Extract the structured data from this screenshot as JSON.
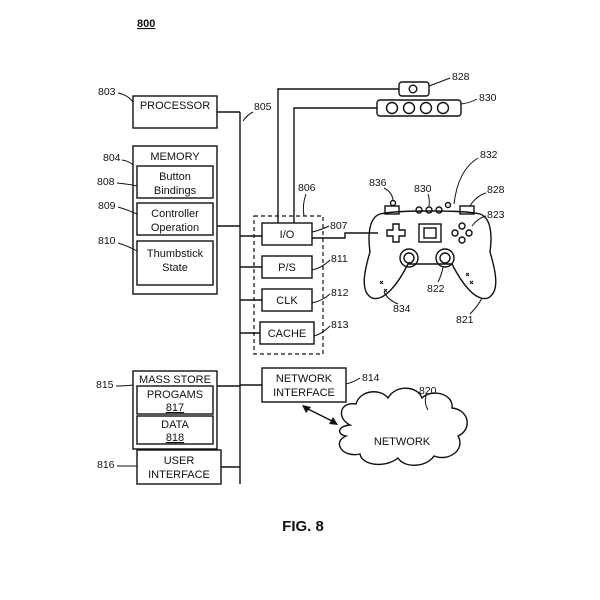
{
  "figure": {
    "number": "800",
    "caption": "FIG. 8"
  },
  "processor": {
    "label": "PROCESSOR",
    "ref": "803"
  },
  "bus": {
    "ref": "805"
  },
  "memory": {
    "label": "MEMORY",
    "ref": "804",
    "items": [
      {
        "line1": "Button",
        "line2": "Bindings",
        "ref": "808"
      },
      {
        "line1": "Controller",
        "line2": "Operation",
        "ref": "809"
      },
      {
        "line1": "Thumbstick",
        "line2": "State",
        "ref": "810"
      }
    ]
  },
  "mass_store": {
    "label": "MASS STORE",
    "ref": "815",
    "programs": {
      "label": "PROGAMS",
      "ref": "817"
    },
    "data": {
      "label": "DATA",
      "ref": "818"
    }
  },
  "user_interface": {
    "line1": "USER",
    "line2": "INTERFACE",
    "ref": "816"
  },
  "support_group": {
    "ref": "806"
  },
  "io": {
    "label": "I/O",
    "ref": "807"
  },
  "ps": {
    "label": "P/S",
    "ref": "811"
  },
  "clk": {
    "label": "CLK",
    "ref": "812"
  },
  "cache": {
    "label": "CACHE",
    "ref": "813"
  },
  "network_interface": {
    "line1": "NETWORK",
    "line2": "INTERFACE",
    "ref": "814"
  },
  "network": {
    "label": "NETWORK",
    "ref": "820"
  },
  "camera": {
    "ref": "828"
  },
  "light_bar": {
    "ref": "830"
  },
  "controller": {
    "ref": "821",
    "lights_ref": "830",
    "cam_ref": "828",
    "top_ref": "832",
    "dpad_ref": "836",
    "buttons_ref": "823",
    "thumbstick_ref": "822",
    "grip_ref": "834"
  }
}
